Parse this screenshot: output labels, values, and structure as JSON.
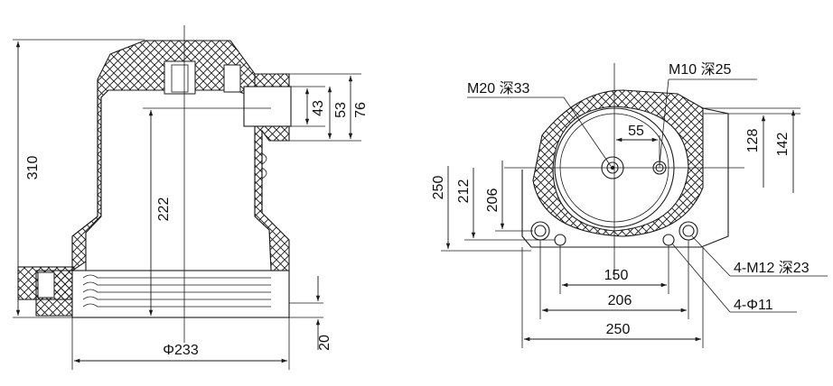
{
  "left_view": {
    "dims": {
      "overall_height": "310",
      "cavity_depth": "222",
      "side_43": "43",
      "side_53": "53",
      "side_76": "76",
      "base_20": "20",
      "base_diameter": "Φ233"
    }
  },
  "right_view": {
    "callouts": {
      "center_thread": "M20 深33",
      "side_thread": "M10  深25",
      "corner_threads": "4-M12 深23",
      "corner_holes": "4-Φ11"
    },
    "dims": {
      "offset_55": "55",
      "h_128": "128",
      "h_142": "142",
      "h_250": "250",
      "h_212": "212",
      "h_206": "206",
      "w_150": "150",
      "w_206": "206",
      "w_250": "250"
    }
  }
}
